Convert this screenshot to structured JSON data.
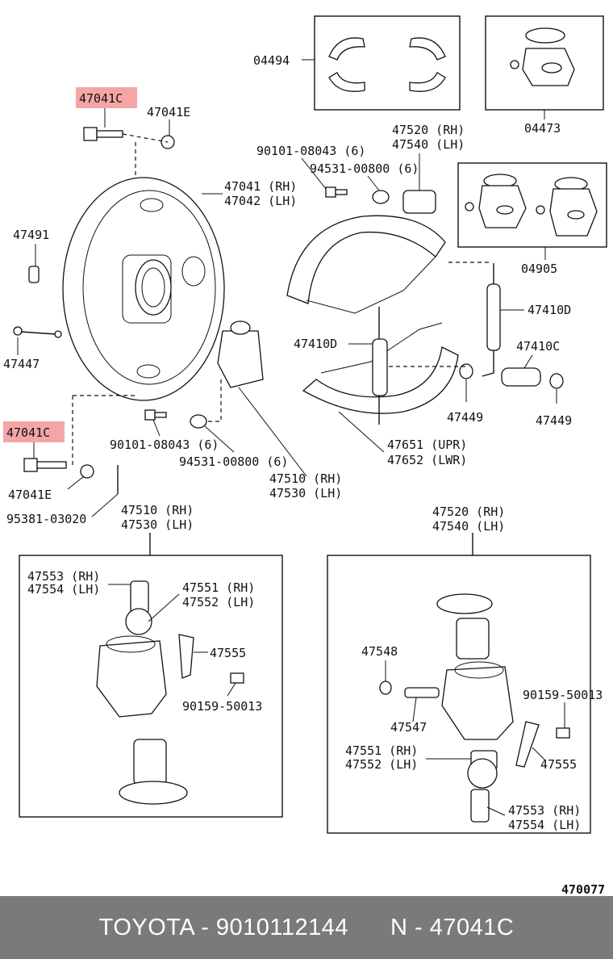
{
  "diagram": {
    "ref_number": "470077",
    "callouts": {
      "c04494": "04494",
      "c04473": "04473",
      "c04905": "04905",
      "c47041C_top": "47041C",
      "c47041E_top": "47041E",
      "c47041_rh": "47041 (RH)",
      "c47042_lh": "47042 (LH)",
      "c47491": "47491",
      "c47447": "47447",
      "c47041C_bottom": "47041C",
      "c47041E_bottom": "47041E",
      "c95381": "95381-03020",
      "c90101_top": "90101-08043 (6)",
      "c94531_top": "94531-00800 (6)",
      "c90101_mid": "90101-08043 (6)",
      "c94531_mid": "94531-00800 (6)",
      "c47520_rh_top": "47520 (RH)",
      "c47540_lh_top": "47540 (LH)",
      "c47410D_right": "47410D",
      "c47410D_left": "47410D",
      "c47410C": "47410C",
      "c47449_a": "47449",
      "c47449_b": "47449",
      "c47651": "47651 (UPR)",
      "c47652": "47652 (LWR)",
      "c47510_rh_mid": "47510 (RH)",
      "c47530_lh_mid": "47530 (LH)",
      "c47510_rh_box": "47510 (RH)",
      "c47530_lh_box": "47530 (LH)",
      "c47520_rh_box": "47520 (RH)",
      "c47540_lh_box": "47540 (LH)",
      "c47553_rh_l": "47553 (RH)",
      "c47554_lh_l": "47554 (LH)",
      "c47551_rh_l": "47551 (RH)",
      "c47552_lh_l": "47552 (LH)",
      "c47555_l": "47555",
      "c90159_l": "90159-50013",
      "c47548": "47548",
      "c47547": "47547",
      "c90159_r": "90159-50013",
      "c47555_r": "47555",
      "c47551_rh_r": "47551 (RH)",
      "c47552_lh_r": "47552 (LH)",
      "c47553_rh_r": "47553 (RH)",
      "c47554_lh_r": "47554 (LH)"
    },
    "highlight_color": "#f4a6a6"
  },
  "footer": {
    "brand_part": "TOYOTA - 9010112144",
    "ref_part": "N - 47041C",
    "background": "#7a7a7a"
  }
}
